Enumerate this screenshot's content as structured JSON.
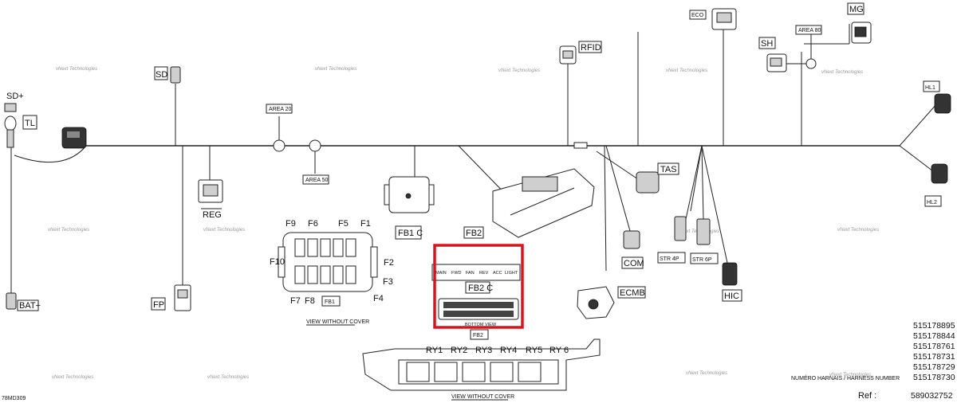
{
  "colors": {
    "line": "#222222",
    "highlight": "#d8141c",
    "watermark": "#9a9a9a"
  },
  "connectors": {
    "sd_plus": "SD+",
    "tl": "TL",
    "sd": "SD",
    "bat_plus": "BAT+",
    "fp": "FP",
    "reg": "REG",
    "area20": "AREA 20",
    "area50": "AREA 50",
    "fb1c": "FB1 C",
    "fb2": "FB2",
    "fb2c": "FB2 C",
    "fb2_bottom": "FB2",
    "rfid": "RFID",
    "eco": "ECO",
    "mg": "MG",
    "sh": "SH",
    "area80": "AREA 80",
    "hl1": "HL1",
    "hl2": "HL2",
    "tas": "TAS",
    "com": "COM",
    "ecmb": "ECMB",
    "str4p": "STR 4P",
    "str6p": "STR 6P",
    "hic": "HIC"
  },
  "fuse_box": {
    "labels": [
      "F9",
      "F6",
      "F5",
      "F1",
      "F10",
      "F2",
      "F3",
      "F4",
      "F7",
      "F8",
      "FB1"
    ],
    "caption": "VIEW WITHOUT COVER"
  },
  "fb2c_view": {
    "relays": [
      "MAIN",
      "FWD",
      "FAN",
      "REV",
      "ACC",
      "LIGHT"
    ],
    "caption": "BOTTOM VIEW"
  },
  "relay_box": {
    "labels": [
      "RY1",
      "RY2",
      "RY3",
      "RY4",
      "RY5",
      "RY 6"
    ],
    "caption": "VIEW WITHOUT COVER"
  },
  "watermark": "vNext Technologies",
  "harness_numbers": [
    "515178895",
    "515178844",
    "515178761",
    "515178731",
    "515178729",
    "515178730"
  ],
  "harness_caption": "NUMÉRO HARNAIS / HARNESS NUMBER",
  "ref_label": "Ref :",
  "ref_value": "589032752",
  "drawing_id": "78MD309"
}
